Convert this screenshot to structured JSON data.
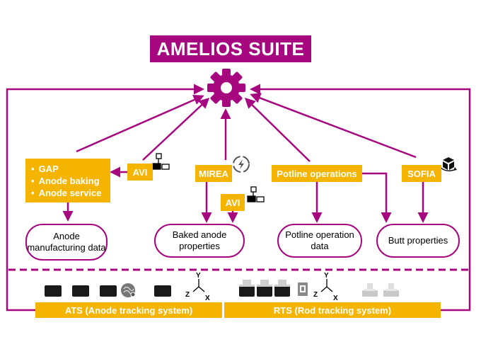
{
  "title": "AMELIOS SUITE",
  "icons": {
    "hub": "gear-icon",
    "avi_sensor": "camera-sensor-icon",
    "mirea": "lightning-cycle-icon",
    "sofia": "cube-rotate-icon",
    "axes": "xyz-axes-icon"
  },
  "colors": {
    "accent": "#a6077f",
    "box": "#f5b400"
  },
  "boxes": {
    "gap_items": [
      "GAP",
      "Anode baking",
      "Anode service"
    ],
    "avi_top": "AVI",
    "mirea": "MIREA",
    "avi_bottom": "AVI",
    "potline_operations": "Potline operations",
    "sofia": "SOFIA"
  },
  "pills": {
    "anode_data": "Anode manufacturing data",
    "baked_anode": "Baked anode properties",
    "potline_data": "Potline operation data",
    "butt": "Butt properties"
  },
  "axes_labels": {
    "y": "Y",
    "z": "Z",
    "x": "X"
  },
  "bottom": {
    "ats": "ATS (Anode tracking system)",
    "rts": "RTS (Rod tracking system)"
  }
}
